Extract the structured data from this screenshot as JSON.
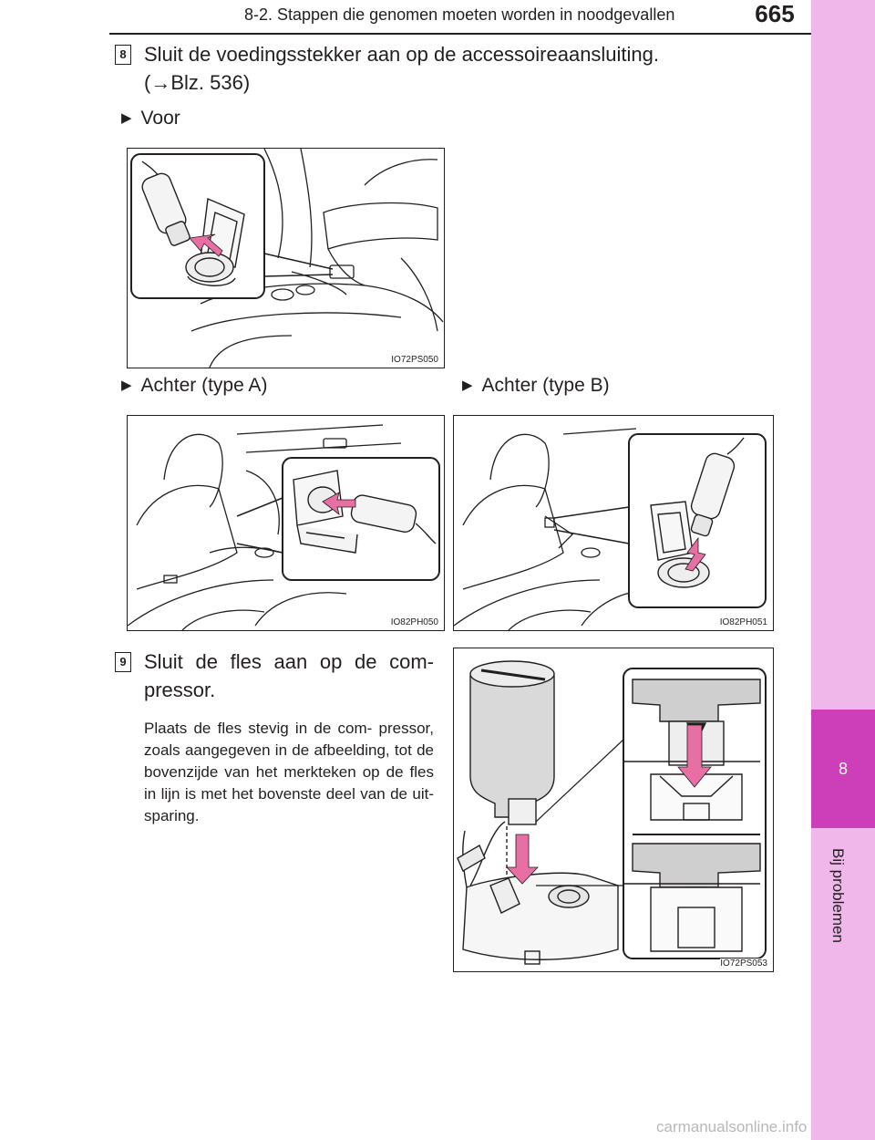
{
  "header": {
    "title": "8-2. Stappen die genomen moeten worden in noodgevallen",
    "page_number": "665"
  },
  "sidebar": {
    "chapter_number": "8",
    "chapter_label": "Bij problemen"
  },
  "step8": {
    "marker": "8",
    "text": "Sluit de voedingsstekker aan op de accessoireaansluiting.",
    "ref": "(→Blz. 536)"
  },
  "bullets": {
    "front": "Voor",
    "rear_a": "Achter (type A)",
    "rear_b": "Achter (type B)",
    "marker_icon": "triangle-right-icon"
  },
  "figures": {
    "front_code": "IO72PS050",
    "rear_a_code": "IO82PH050",
    "rear_b_code": "IO82PH051",
    "bottle_code": "IO72PS053"
  },
  "step9": {
    "marker": "9",
    "line1": "Sluit de fles aan op de com-",
    "line2": "pressor.",
    "paragraph": "Plaats de fles stevig in de com- pressor, zoals aangegeven in de afbeelding, tot de bovenzijde van het merkteken op de fles in lijn is met het bovenste deel van de uit- sparing."
  },
  "colors": {
    "accent_pink": "#cc3fb9",
    "band_pink": "#f0b7ea",
    "arrow_pink": "#e86fa4"
  },
  "watermark": "carmanualsonline.info"
}
